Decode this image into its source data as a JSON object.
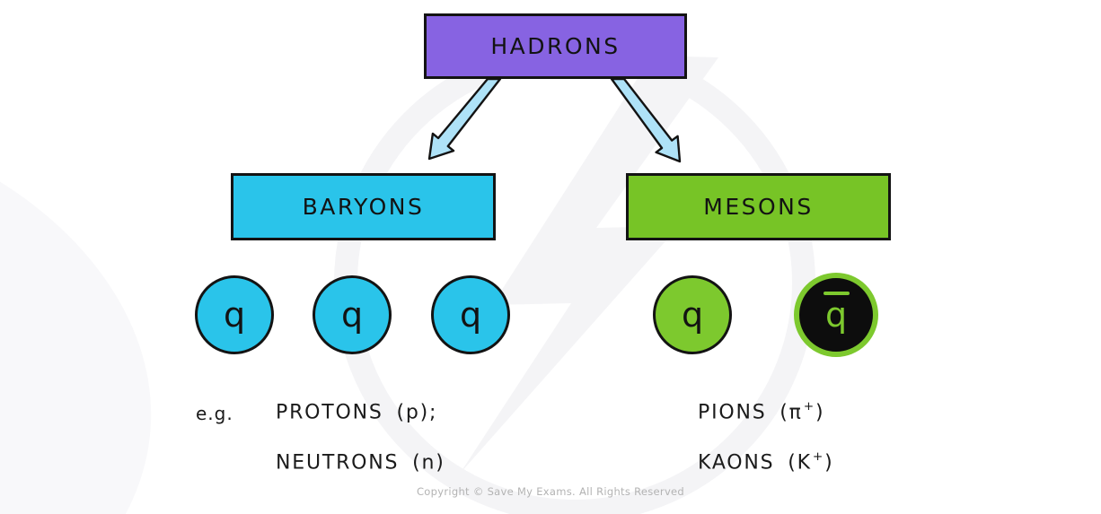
{
  "colors": {
    "purple": "#8763e2",
    "cyan": "#2ac4ea",
    "green": "#77c426",
    "green_bright": "#7dc92e",
    "arrow_fill": "#aee2f7",
    "outline": "#131313",
    "text": "#1a1a1a",
    "copyright_gray": "#b3b3b3",
    "watermark": "#f4f4f6",
    "antiquark_bg": "#0d0d0d",
    "bg": "#ffffff"
  },
  "tree": {
    "root": {
      "label": "HADRONS"
    },
    "branches": [
      {
        "label": "BARYONS",
        "quarks": [
          {
            "label": "q",
            "antiparticle": false
          },
          {
            "label": "q",
            "antiparticle": false
          },
          {
            "label": "q",
            "antiparticle": false
          }
        ],
        "examples_prefix": "e.g.",
        "examples": [
          {
            "pre": "PROTONS (p);",
            "sup": "",
            "post": ""
          },
          {
            "pre": "NEUTRONS (n)",
            "sup": "",
            "post": ""
          }
        ]
      },
      {
        "label": "MESONS",
        "quarks": [
          {
            "label": "q",
            "antiparticle": false
          },
          {
            "label": "q",
            "antiparticle": true
          }
        ],
        "examples": [
          {
            "pre": "PIONS (π",
            "sup": "+",
            "post": ")"
          },
          {
            "pre": "KAONS (K",
            "sup": "+",
            "post": ")"
          }
        ]
      }
    ]
  },
  "footer": {
    "copyright": "Copyright © Save My Exams. All Rights Reserved"
  }
}
